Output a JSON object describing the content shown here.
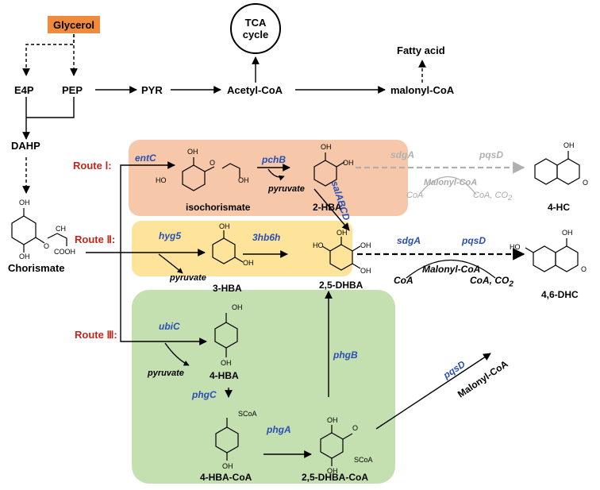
{
  "nodes": {
    "glycerol": "Glycerol",
    "tca_line1": "TCA",
    "tca_line2": "cycle",
    "fatty_acid": "Fatty acid",
    "e4p": "E4P",
    "pep": "PEP",
    "pyr": "PYR",
    "acetyl_coa": "Acetyl-CoA",
    "malonyl_coa": "malonyl-CoA",
    "dahp": "DAHP",
    "chorismate": "Chorismate",
    "isochorismate": "isochorismate",
    "hba2": "2-HBA",
    "hba3": "3-HBA",
    "hba4": "4-HBA",
    "dhba25": "2,5-DHBA",
    "hba4_coa": "4-HBA-CoA",
    "dhba25_coa": "2,5-DHBA-CoA",
    "hc4": "4-HC",
    "dhc46": "4,6-DHC"
  },
  "routes": {
    "route1": "Route Ⅰ:",
    "route2": "Route Ⅱ:",
    "route3": "Route Ⅲ:"
  },
  "enzymes": {
    "entC": "entC",
    "pchB": "pchB",
    "salABCD": "salABCD",
    "sdgA_top": "sdgA",
    "pqsD_top": "pqsD",
    "hyg5": "hyg5",
    "hb3_6h": "3hb6h",
    "sdgA_mid": "sdgA",
    "pqsD_mid": "pqsD",
    "ubiC": "ubiC",
    "phgC": "phgC",
    "phgA": "phgA",
    "phgB": "phgB",
    "pqsD_diag": "pqsD"
  },
  "cofactors": {
    "pyruvate_1": "pyruvate",
    "pyruvate_2": "pyruvate",
    "pyruvate_3": "pyruvate",
    "coa_top": "CoA",
    "malonyl_top": "Malonyl-CoA",
    "coa_co2_top": "CoA, CO",
    "coa_mid": "CoA",
    "malonyl_mid": "Malonyl-CoA",
    "coa_co2_mid": "CoA, CO",
    "co2_sub": "2",
    "malonyl_diag": "Malonyl-CoA"
  },
  "atoms": {
    "oh": "OH",
    "o": "O",
    "ho": "HO",
    "cooh": "COOH",
    "ch2": "CH",
    "scoa": "SCoA"
  },
  "colors": {
    "route1_box": "#f6c7a8",
    "route2_box": "#fde49a",
    "route3_box": "#c5e0b0",
    "glycerol_box": "#f08a3c",
    "enzyme_blue": "#2a4fb5",
    "route_red": "#c0281e",
    "gray_path": "#b0b0b0"
  }
}
